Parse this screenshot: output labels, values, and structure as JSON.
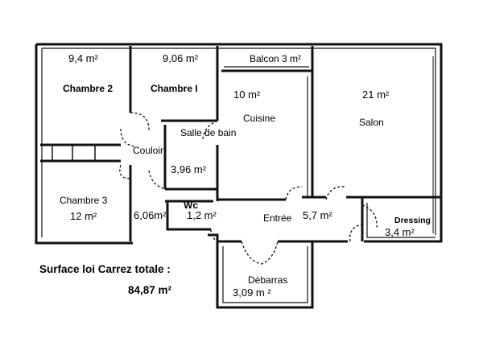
{
  "rooms": {
    "chambre2": {
      "name": "Chambre 2",
      "area": "9,4 m²"
    },
    "chambre1": {
      "name": "Chambre I",
      "area": "9,06 m²"
    },
    "balcon": {
      "label": "Balcon 3 m²"
    },
    "cuisine": {
      "name": "Cuisine",
      "area": "10 m²"
    },
    "salon": {
      "name": "Salon",
      "area": "21 m²"
    },
    "sdb": {
      "name": "Salle de bain",
      "area": "3,96 m²"
    },
    "couloir": {
      "name": "Couloir",
      "area": "6,06m²"
    },
    "chambre3": {
      "name": "Chambre 3",
      "area": "12 m²"
    },
    "wc": {
      "name": "Wc",
      "area": "1,2 m²"
    },
    "entree": {
      "name": "Entrée",
      "area": "5,7 m²"
    },
    "dressing": {
      "name": "Dressing",
      "area": "3,4 m²"
    },
    "debarras": {
      "name": "Débarras",
      "area": "3,09 m ²"
    }
  },
  "summary": {
    "label": "Surface loi Carrez totale :",
    "value": "84,87 m²"
  }
}
